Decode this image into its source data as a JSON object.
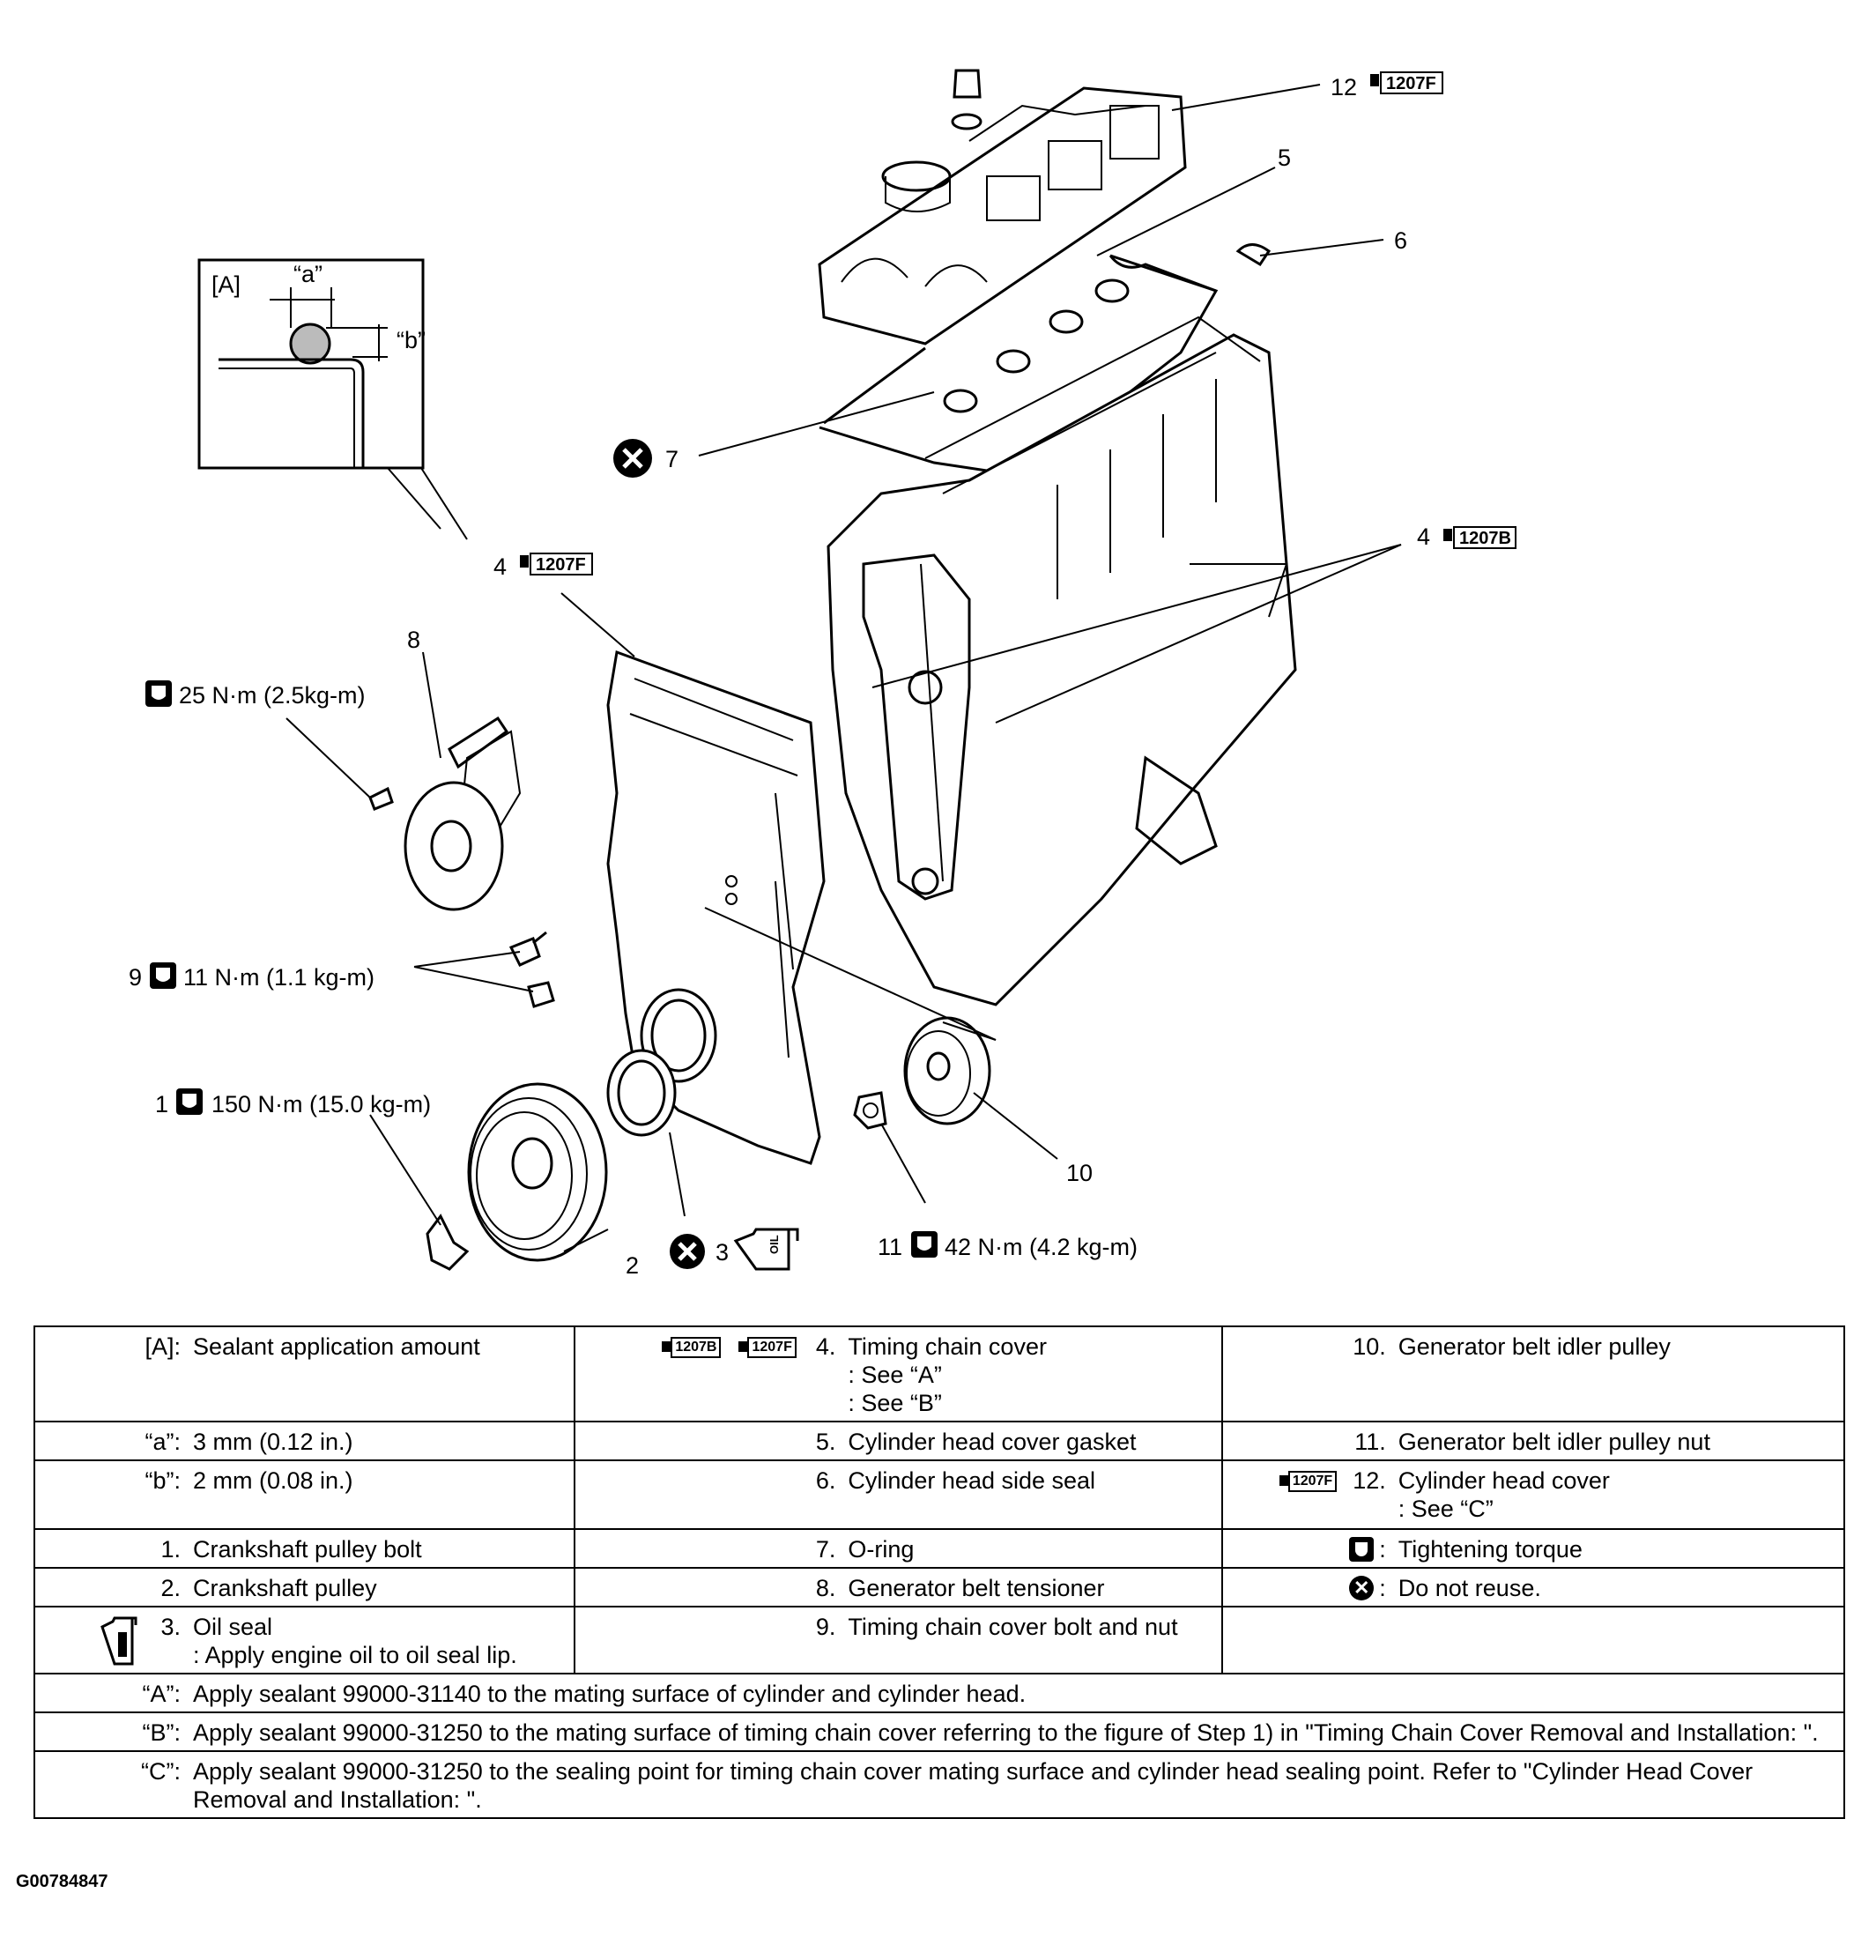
{
  "callouts": {
    "c12": "12",
    "c5": "5",
    "c6": "6",
    "c7": "7",
    "c4_left": "4",
    "c4_right": "4",
    "c8": "8",
    "c8_torque": "25 N·m (2.5kg-m)",
    "c9": "9",
    "c9_torque": "11 N·m (1.1 kg-m)",
    "c1": "1",
    "c1_torque": "150 N·m (15.0 kg-m)",
    "c2": "2",
    "c3": "3",
    "c10": "10",
    "c11": "11",
    "c11_torque": "42 N·m (4.2 kg-m)"
  },
  "sealant_codes": {
    "f": "1207F",
    "b": "1207B"
  },
  "inset": {
    "title": "[A]",
    "a": "“a”",
    "b": "“b”",
    "oil": "OIL"
  },
  "legend": {
    "r1": {
      "c1_mark": "[A]:",
      "c1_text": "Sealant application amount",
      "c2_num": "4.",
      "c2_line1": "Timing chain cover",
      "c2_line2": ": See “A”",
      "c2_line3": ": See “B”",
      "c3_num": "10.",
      "c3_text": "Generator belt idler pulley"
    },
    "r2": {
      "c1_mark": "“a”:",
      "c1_text": "3 mm (0.12 in.)",
      "c2_num": "5.",
      "c2_text": "Cylinder head cover gasket",
      "c3_num": "11.",
      "c3_text": "Generator belt idler pulley nut"
    },
    "r3": {
      "c1_mark": "“b”:",
      "c1_text": "2 mm (0.08 in.)",
      "c2_num": "6.",
      "c2_text": "Cylinder head side seal",
      "c3_num": "12.",
      "c3_line1": "Cylinder head cover",
      "c3_line2": ": See “C”"
    },
    "r4": {
      "c1_mark": "1.",
      "c1_text": "Crankshaft pulley bolt",
      "c2_num": "7.",
      "c2_text": "O-ring",
      "c3_mark": ":",
      "c3_text": "Tightening torque"
    },
    "r5": {
      "c1_mark": "2.",
      "c1_text": "Crankshaft pulley",
      "c2_num": "8.",
      "c2_text": "Generator belt tensioner",
      "c3_mark": ":",
      "c3_text": "Do not reuse."
    },
    "r6": {
      "c1_mark": "3.",
      "c1_line1": "Oil seal",
      "c1_line2": ": Apply engine oil to oil seal lip.",
      "c2_num": "9.",
      "c2_text": "Timing chain cover bolt and nut"
    },
    "notes": [
      {
        "mark": "“A”:",
        "text": "Apply sealant 99000-31140 to the mating surface of cylinder and cylinder head."
      },
      {
        "mark": "“B”:",
        "text": "Apply sealant 99000-31250 to the mating surface of timing chain cover referring to the figure of Step 1) in \"Timing Chain Cover Removal and Installation: \"."
      },
      {
        "mark": "“C”:",
        "text": "Apply sealant 99000-31250 to the sealing point for timing chain cover mating surface and cylinder head sealing point. Refer to \"Cylinder Head Cover Removal and Installation: \"."
      }
    ]
  },
  "figure_code": "G00784847"
}
